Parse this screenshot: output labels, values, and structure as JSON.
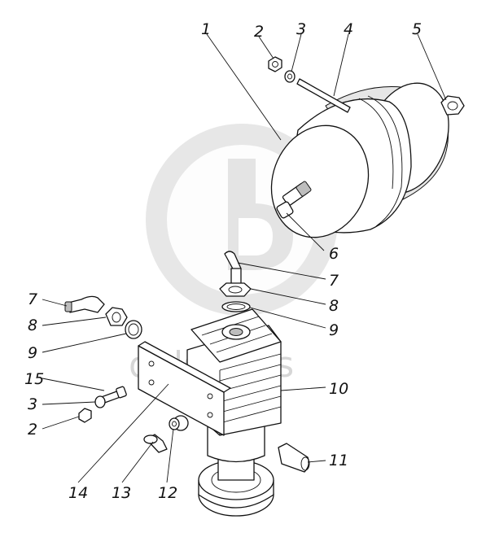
{
  "watermark": {
    "text": "dalsparts"
  },
  "callouts": [
    "1",
    "2",
    "3",
    "4",
    "5",
    "6",
    "7",
    "8",
    "9",
    "10",
    "11",
    "12",
    "13",
    "14",
    "15"
  ],
  "callout_labels": {
    "c1": "1",
    "c2": "2",
    "c3": "3",
    "c4": "4",
    "c5": "5",
    "c6": "6",
    "c7a": "7",
    "c8a": "8",
    "c9a": "9",
    "c10": "10",
    "c7b": "7",
    "c8b": "8",
    "c9b": "9",
    "c15": "15",
    "c3b": "3",
    "c2b": "2",
    "c14": "14",
    "c13": "13",
    "c12": "12",
    "c11": "11"
  }
}
